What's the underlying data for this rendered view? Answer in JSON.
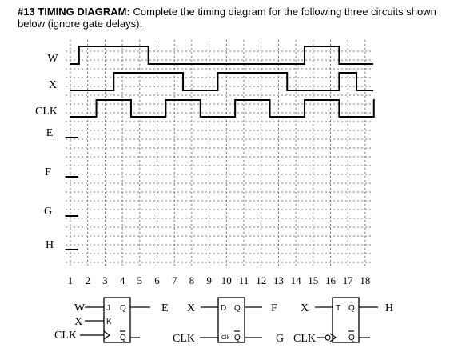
{
  "title": {
    "prefix": "#13 TIMING DIAGRAM:",
    "text": " Complete the timing diagram for the following three circuits shown below (ignore gate delays)."
  },
  "signals": [
    {
      "name": "W",
      "transitions": [
        [
          0,
          0
        ],
        [
          0.5,
          1
        ],
        [
          4.5,
          0
        ],
        [
          13.5,
          1
        ],
        [
          15.5,
          0
        ]
      ]
    },
    {
      "name": "X",
      "transitions": [
        [
          0,
          0
        ],
        [
          2.5,
          1
        ],
        [
          6.5,
          0
        ],
        [
          8.5,
          1
        ],
        [
          12.5,
          0
        ],
        [
          15.5,
          1
        ],
        [
          16.5,
          0
        ]
      ]
    },
    {
      "name": "CLK",
      "transitions": [
        [
          0,
          0
        ],
        [
          1.5,
          1
        ],
        [
          3.5,
          0
        ],
        [
          5.5,
          1
        ],
        [
          7.5,
          0
        ],
        [
          9.5,
          1
        ],
        [
          11.5,
          0
        ],
        [
          13.5,
          1
        ],
        [
          15.5,
          0
        ],
        [
          17.5,
          1
        ]
      ]
    },
    {
      "name": "E",
      "initial": "0"
    },
    {
      "name": "F",
      "initial": "0"
    },
    {
      "name": "G",
      "initial": "0"
    },
    {
      "name": "H",
      "initial": "0"
    }
  ],
  "time_labels": [
    "1",
    "2",
    "3",
    "4",
    "5",
    "6",
    "7",
    "8",
    "9",
    "10",
    "11",
    "12",
    "13",
    "14",
    "15",
    "16",
    "17",
    "18"
  ],
  "circuits": [
    {
      "name": "jk-flip-flop",
      "inputs": [
        "W",
        "X",
        "CLK"
      ],
      "pins": [
        "J",
        "K"
      ],
      "q": "Q",
      "qbar": "Q",
      "output": "E"
    },
    {
      "name": "d-flip-flop",
      "inputs": [
        "X",
        "CLK"
      ],
      "pins": [
        "D",
        "Clk"
      ],
      "q": "Q",
      "qbar": "Q",
      "output": "F",
      "qbar_output": "G"
    },
    {
      "name": "t-flip-flop",
      "inputs": [
        "X",
        "CLK"
      ],
      "pins": [
        "T"
      ],
      "q": "Q",
      "qbar": "Q",
      "output": "H",
      "clock": "negative-edge"
    }
  ]
}
